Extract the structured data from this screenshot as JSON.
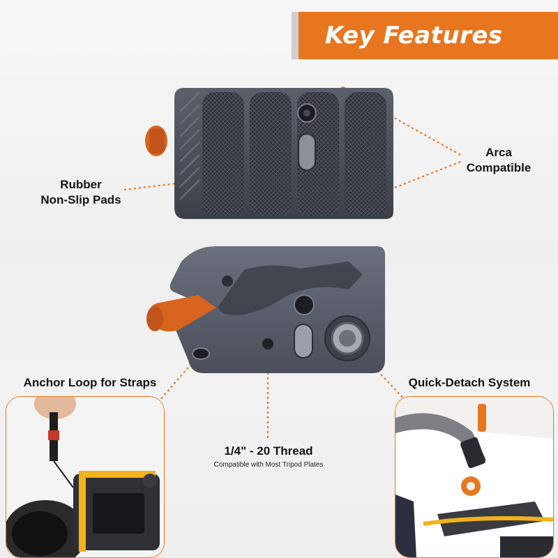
{
  "header": {
    "title": "Key Features"
  },
  "features": {
    "rubber_pads": {
      "line1": "Rubber",
      "line2": "Non-Slip Pads"
    },
    "arca": {
      "line1": "Arca",
      "line2": "Compatible"
    },
    "anchor_loop": {
      "label": "Anchor Loop for Straps"
    },
    "quick_detach": {
      "label": "Quick-Detach System"
    },
    "thread": {
      "label": "1/4\" - 20 Thread",
      "sub": "Compatible with Most Tripod Plates"
    }
  },
  "colors": {
    "accent": "#e8761f",
    "plate": "#4a4f5a",
    "plate_dark": "#2e323a",
    "knob": "#d9641d"
  }
}
